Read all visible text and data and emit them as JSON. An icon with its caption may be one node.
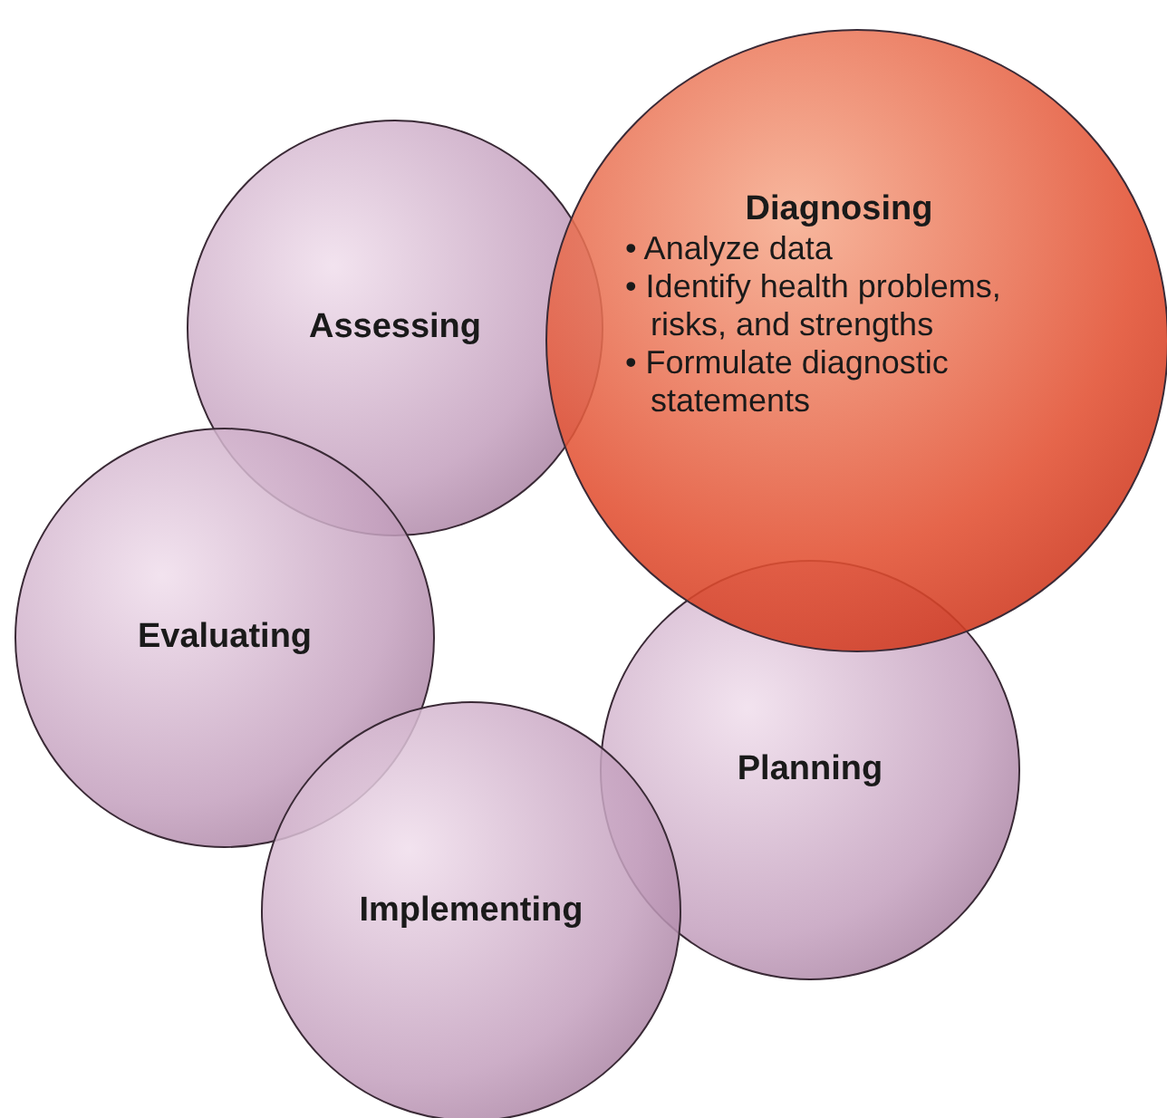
{
  "diagram": {
    "nodes": [
      {
        "text": [
          "Assessing"
        ]
      },
      {
        "text": [
          "Diagnosing",
          "• Analyze data",
          "• Identify health problems, risks, and strengths",
          "• Formulate diagnostic statements"
        ]
      },
      {
        "text": [
          "Evaluating"
        ]
      },
      {
        "text": [
          "Planning"
        ]
      },
      {
        "text": [
          "Implementing"
        ]
      }
    ]
  }
}
